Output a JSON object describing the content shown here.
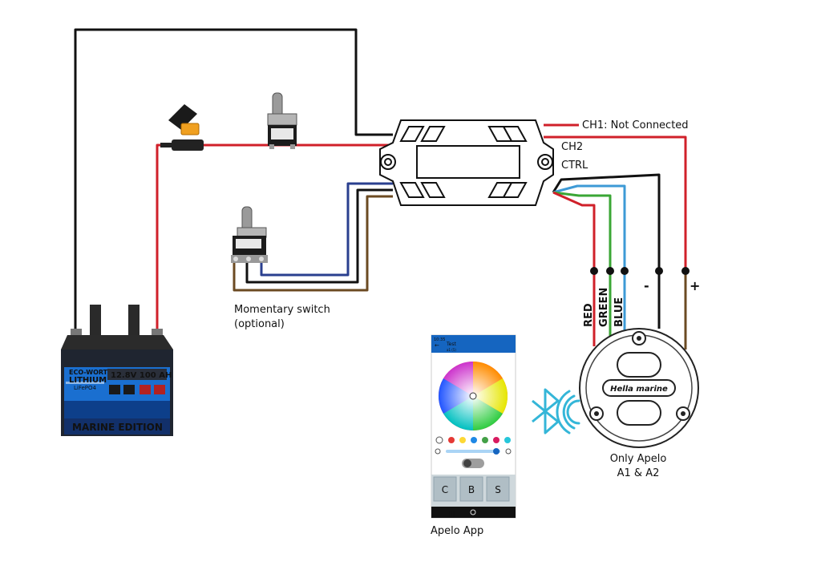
{
  "labels": {
    "ch1": "CH1: Not Connected",
    "ch2": "CH2",
    "ctrl": "CTRL",
    "momentary_line1": "Momentary switch",
    "momentary_line2": "(optional)",
    "wire_red": "RED",
    "wire_green": "GREEN",
    "wire_blue": "BLUE",
    "minus": "-",
    "plus": "+",
    "light_line1": "Only Apelo",
    "light_line2": "A1 & A2",
    "app_caption": "Apelo App"
  },
  "battery": {
    "brand": "ECO-WORTHY",
    "type": "LITHIUM",
    "chem": "LiFePO4",
    "rating": "12.8V 100 AH",
    "edition": "MARINE EDITION"
  },
  "light": {
    "logo": "Hella marine"
  },
  "app": {
    "status_time": "10:35",
    "title": "Test",
    "subtitle": "a1 (5)",
    "buttons": [
      "C",
      "B",
      "S"
    ]
  },
  "colors": {
    "red_wire": "#d0202a",
    "green_wire": "#3aa635",
    "blue_wire": "#3d9ad6",
    "black_wire": "#111111",
    "brown_wire": "#6b4a22",
    "navy_wire": "#2a3f8f",
    "bluetooth": "#34b6d8",
    "app_header": "#1565c0"
  }
}
